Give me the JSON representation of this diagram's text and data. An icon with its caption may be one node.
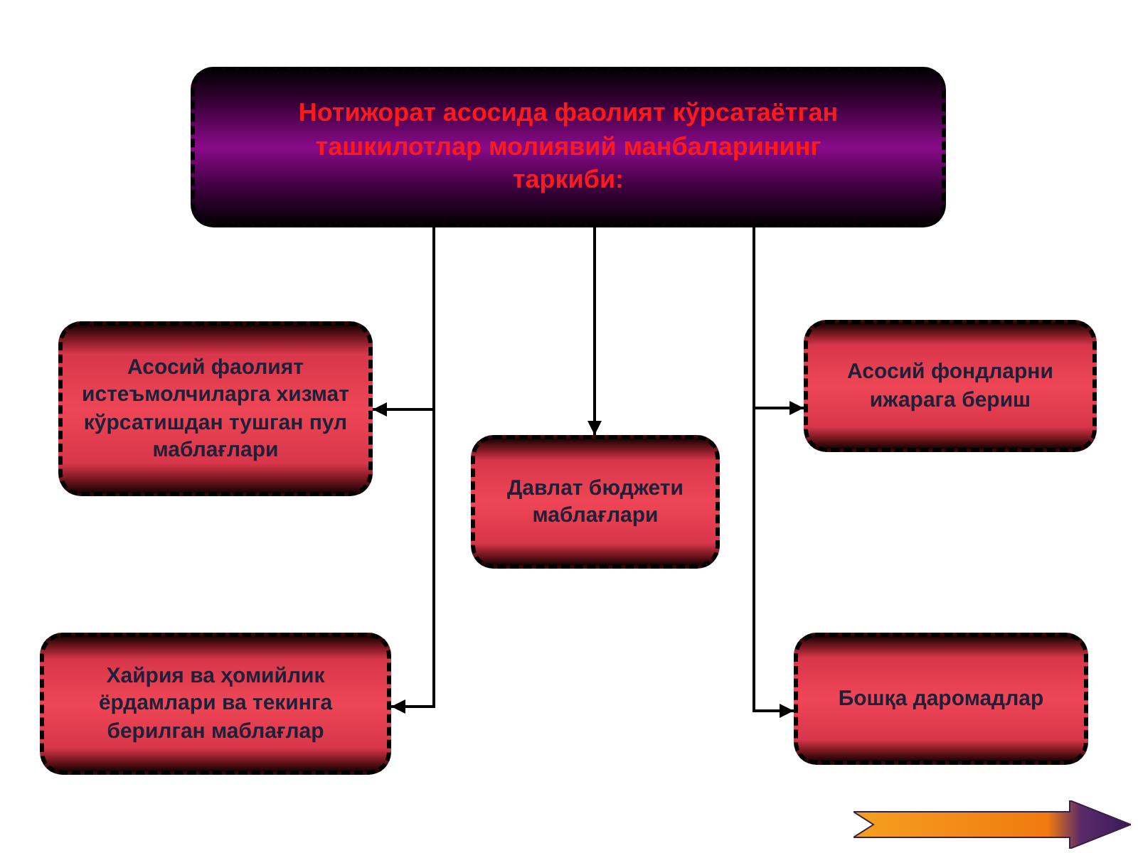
{
  "diagram": {
    "nodes": [
      {
        "text": [
          "Нотижорат асосида фаолият кўрсатаётган ташкилотлар молиявий манбаларининг таркиби:"
        ]
      },
      {
        "text": [
          "Асосий фаолият истеъмолчиларга хизмат кўрсатишдан тушган пул маблағлари"
        ]
      },
      {
        "text": [
          "Давлат бюджети маблағлари"
        ]
      },
      {
        "text": [
          "Асосий фондларни ижарага бериш"
        ]
      },
      {
        "text": [
          "Хайрия ва ҳомийлик ёрдамлари ва текинга берилган маблағлар"
        ]
      },
      {
        "text": [
          "Бошқа даромадлар"
        ]
      }
    ],
    "edges": [
      {
        "from": 0,
        "to": 1,
        "arrow": "to"
      },
      {
        "from": 0,
        "to": 2,
        "arrow": "to"
      },
      {
        "from": 0,
        "to": 3,
        "arrow": "to"
      },
      {
        "from": 0,
        "to": 4,
        "arrow": "to"
      },
      {
        "from": 0,
        "to": 5,
        "arrow": "to"
      }
    ]
  }
}
